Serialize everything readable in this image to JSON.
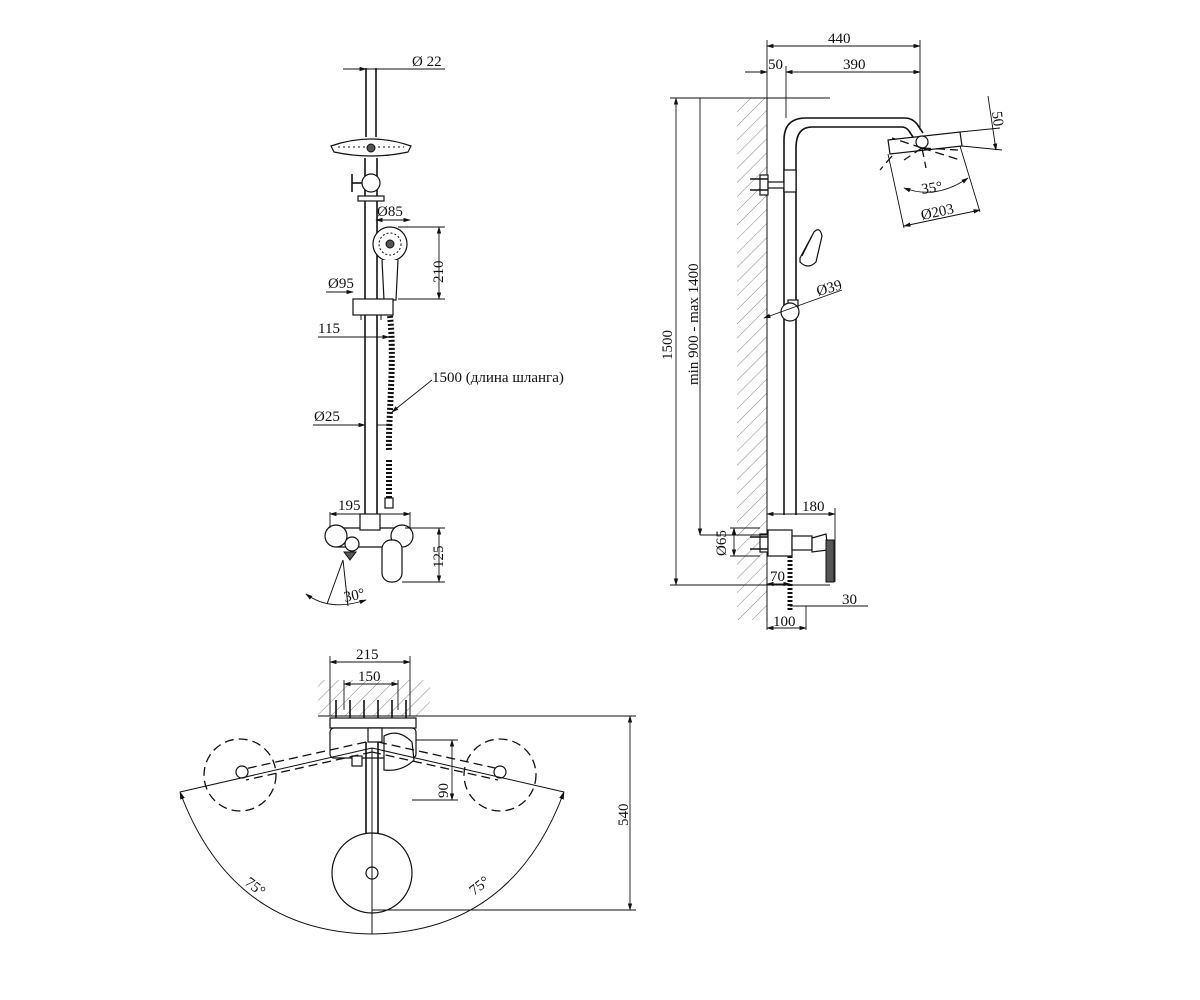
{
  "front_view": {
    "overhead_pipe_dia": "Ø 22",
    "hand_shower_dia": "Ø85",
    "hand_shower_length": "210",
    "slider_dia": "Ø95",
    "slider_offset": "115",
    "hose_length": "1500 (длина шланга)",
    "riser_dia": "Ø25",
    "mixer_width": "195",
    "mixer_height": "125",
    "spout_angle": "30°"
  },
  "side_view": {
    "arm_total": "440",
    "arm_wall_offset": "50",
    "arm_reach": "390",
    "head_tilt_depth": "50",
    "head_tilt_angle": "35°",
    "head_dia": "Ø203",
    "total_height": "1500",
    "adjust_range": "min 900 - max 1400",
    "holder_dia": "Ø39",
    "mixer_depth": "180",
    "flange_dia": "Ø65",
    "spout_drop": "70",
    "spout_offset": "30",
    "wall_to_riser": "100"
  },
  "top_view": {
    "bracket_width": "215",
    "bracket_spacing": "150",
    "mixer_depth": "90",
    "total_depth": "540",
    "rotation_left": "75°",
    "rotation_right": "75°"
  }
}
